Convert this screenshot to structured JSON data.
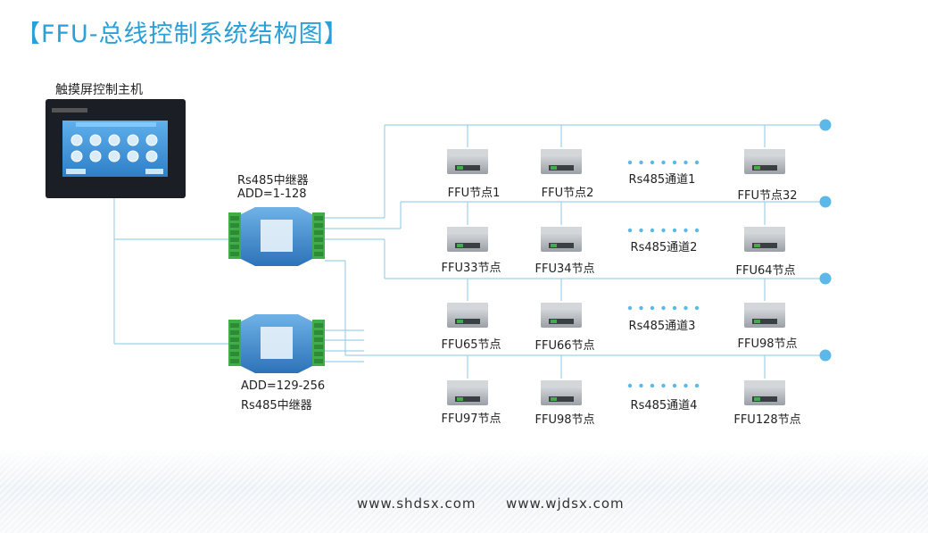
{
  "title": "【FFU-总线控制系统结构图】",
  "host_label": "触摸屏控制主机",
  "repeaters": [
    {
      "label": "Rs485中继器",
      "addr": "ADD=1-128"
    },
    {
      "label": "Rs485中继器",
      "addr": "ADD=129-256"
    }
  ],
  "channels": [
    {
      "name": "Rs485通道1",
      "nodes": [
        "FFU节点1",
        "FFU节点2",
        "FFU节点32"
      ]
    },
    {
      "name": "Rs485通道2",
      "nodes": [
        "FFU33节点",
        "FFU34节点",
        "FFU64节点"
      ]
    },
    {
      "name": "Rs485通道3",
      "nodes": [
        "FFU65节点",
        "FFU66节点",
        "FFU98节点"
      ]
    },
    {
      "name": "Rs485通道4",
      "nodes": [
        "FFU97节点",
        "FFU98节点",
        "FFU128节点"
      ]
    }
  ],
  "footer": {
    "site1": "www.shdsx.com",
    "site2": "www.wjdsx.com"
  },
  "colors": {
    "accent": "#2a9fd8",
    "line": "#9fd0ea",
    "dot": "#5bb8e8",
    "screen_bezel": "#1b1f25",
    "screen_panel": "#3b8fd6",
    "repeater_body": "#3b82c4",
    "terminal_green": "#3fae49",
    "ffu_body": "#b9bec3"
  }
}
